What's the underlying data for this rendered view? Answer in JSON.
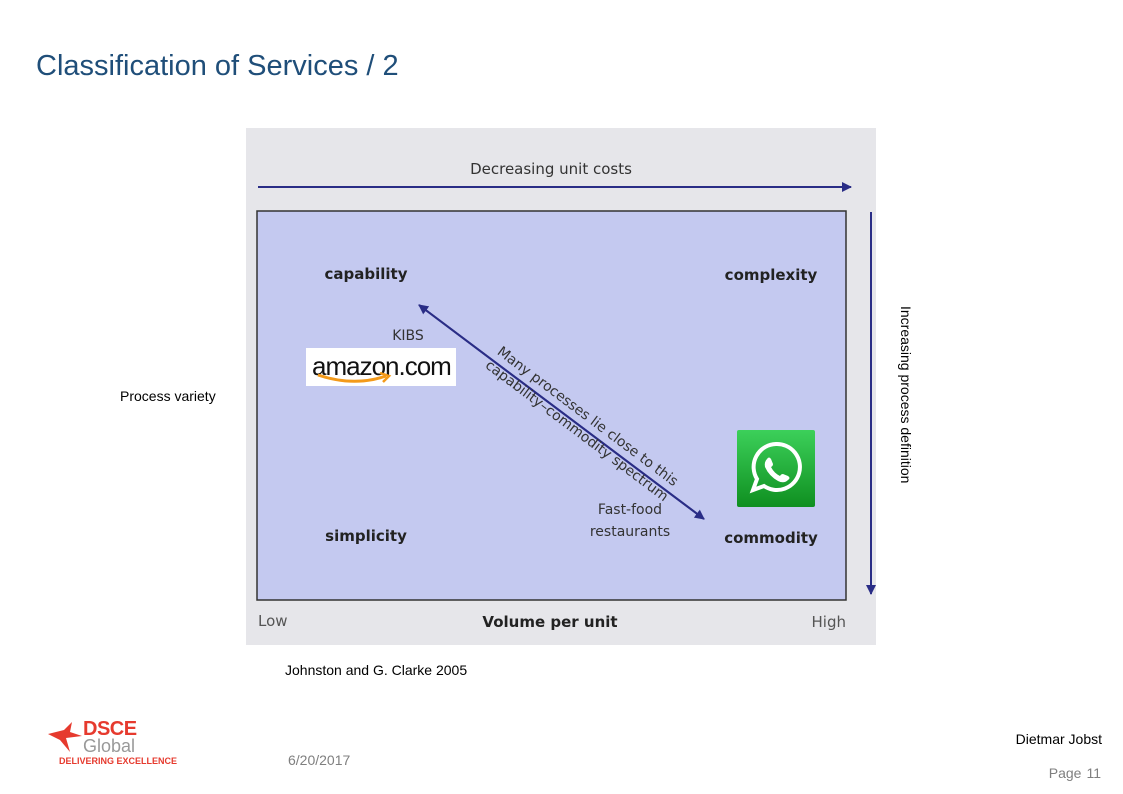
{
  "slide": {
    "title": "Classification of Services / 2",
    "process_variety_label": "Process variety",
    "increasing_definition_label": "Increasing process definition",
    "citation": "Johnston and G. Clarke 2005",
    "date": "6/20/2017",
    "author": "Dietmar Jobst",
    "page_label": "Page",
    "page_number": "11"
  },
  "figure": {
    "top_arrow_label": "Decreasing unit costs",
    "quadrants": {
      "top_left": "capability",
      "top_right": "complexity",
      "bottom_left": "simplicity",
      "bottom_right": "commodity"
    },
    "kibs_label": "KIBS",
    "diagonal_text_line1": "Many processes lie close to this",
    "diagonal_text_line2": "capability–commodity spectrum",
    "fast_food_line1": "Fast-food",
    "fast_food_line2": "restaurants",
    "x_axis_low": "Low",
    "x_axis_title": "Volume per unit",
    "x_axis_high": "High",
    "box_fill_color": "#c4c9f0",
    "arrow_color": "#2a2d86"
  },
  "logos": {
    "amazon_text": "amazon.com",
    "whatsapp_icon": "whatsapp-phone-icon",
    "dsce_line1": "DSCE",
    "dsce_line2": "Global",
    "dsce_tagline": "DELIVERING EXCELLENCE"
  }
}
